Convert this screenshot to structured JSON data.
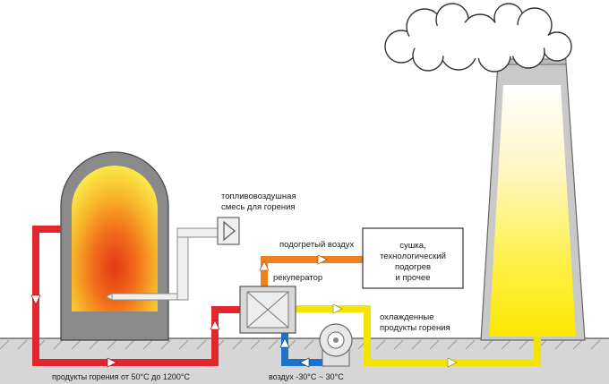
{
  "labels": {
    "fuel_mixture_line1": "топливовоздушная",
    "fuel_mixture_line2": "смесь для горения",
    "heated_air": "подогретый воздух",
    "recuperator": "рекуператор",
    "usage_line1": "сушка,",
    "usage_line2": "технологический",
    "usage_line3": "подогрев",
    "usage_line4": "и прочее",
    "cooled_line1": "охлажденные",
    "cooled_line2": "продукты горения",
    "combustion_products": "продукты горения от 50°С до 1200°С",
    "air": "воздух -30°С ~ 30°С"
  },
  "colors": {
    "hot_pipe": "#e3262d",
    "warm_pipe": "#f07f1d",
    "cold_pipe": "#1e73c8",
    "cooled_pipe": "#f3e300",
    "ground": "#d7d7d7",
    "sky": "#ffffff",
    "chimney": "#c4c4c4",
    "furnace_shell": "#8c8c8c"
  }
}
